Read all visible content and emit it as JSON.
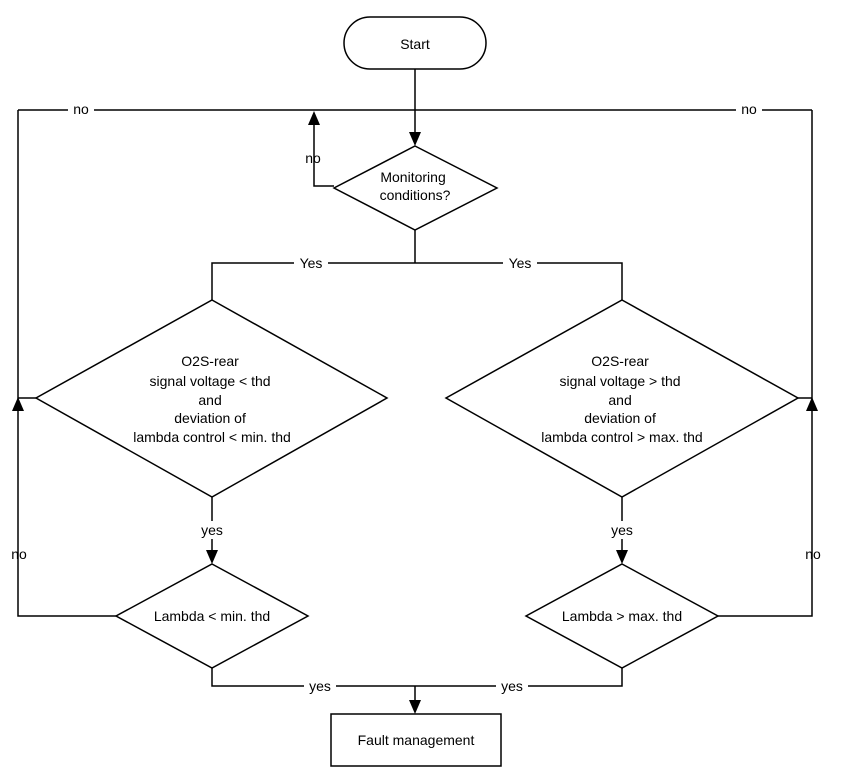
{
  "nodes": {
    "start": "Start",
    "monitoring": [
      "Monitoring",
      "conditions?"
    ],
    "left_check": [
      "O2S-rear",
      "signal voltage < thd",
      "and",
      "deviation of",
      "lambda control < min. thd"
    ],
    "right_check": [
      "O2S-rear",
      "signal voltage > thd",
      "and",
      "deviation of",
      "lambda control > max. thd"
    ],
    "lambda_min": "Lambda < min. thd",
    "lambda_max": "Lambda > max. thd",
    "fault": "Fault management"
  },
  "labels": {
    "no_top_left": "no",
    "no_top_right": "no",
    "no_monitoring": "no",
    "yes_left": "Yes",
    "yes_right": "Yes",
    "yes_left_down": "yes",
    "yes_right_down": "yes",
    "no_left_side": "no",
    "no_right_side": "no",
    "yes_bottom_left": "yes",
    "yes_bottom_right": "yes"
  }
}
